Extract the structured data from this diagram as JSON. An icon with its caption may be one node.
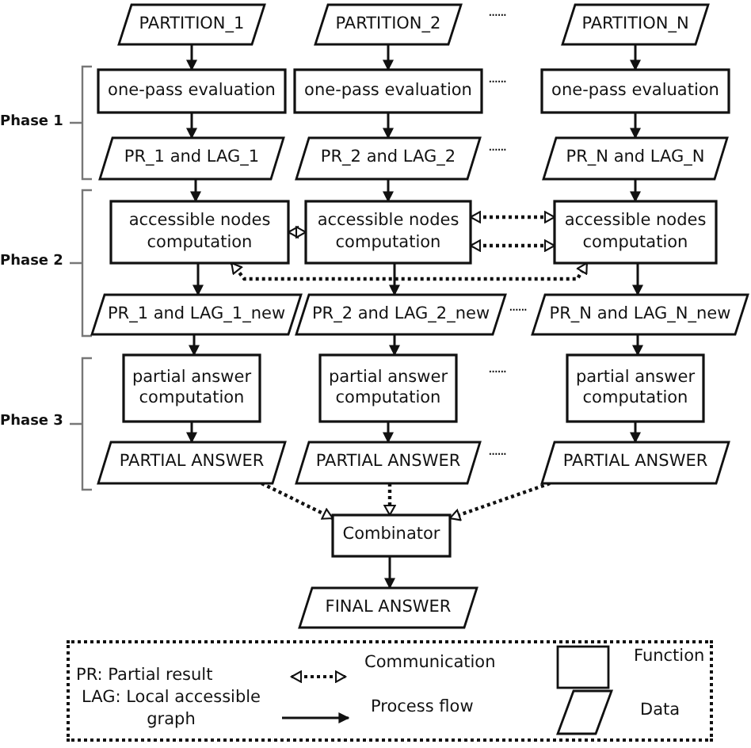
{
  "diagram": {
    "nodes": [
      {
        "text": [
          "PARTITION_1"
        ]
      },
      {
        "text": [
          "PARTITION_2"
        ]
      },
      {
        "text": [
          "PARTITION_N"
        ]
      },
      {
        "text": [
          "one-pass evaluation"
        ]
      },
      {
        "text": [
          "one-pass evaluation"
        ]
      },
      {
        "text": [
          "one-pass evaluation"
        ]
      },
      {
        "text": [
          "PR_1 and LAG_1"
        ]
      },
      {
        "text": [
          "PR_2 and LAG_2"
        ]
      },
      {
        "text": [
          "PR_N and LAG_N"
        ]
      },
      {
        "text": [
          "accessible nodes computation"
        ]
      },
      {
        "text": [
          "accessible nodes computation"
        ]
      },
      {
        "text": [
          "accessible nodes computation"
        ]
      },
      {
        "text": [
          "PR_1 and LAG_1_new"
        ]
      },
      {
        "text": [
          "PR_2 and LAG_2_new"
        ]
      },
      {
        "text": [
          "PR_N and LAG_N_new"
        ]
      },
      {
        "text": [
          "partial answer computation"
        ]
      },
      {
        "text": [
          "partial answer computation"
        ]
      },
      {
        "text": [
          "partial answer computation"
        ]
      },
      {
        "text": [
          "PARTIAL ANSWER"
        ]
      },
      {
        "text": [
          "PARTIAL ANSWER"
        ]
      },
      {
        "text": [
          "PARTIAL ANSWER"
        ]
      },
      {
        "text": [
          "Combinator"
        ]
      },
      {
        "text": [
          "FINAL ANSWER"
        ]
      }
    ],
    "edges": [
      {
        "from": 0,
        "to": 3,
        "arrow": "to"
      },
      {
        "from": 1,
        "to": 4,
        "arrow": "to"
      },
      {
        "from": 2,
        "to": 5,
        "arrow": "to"
      },
      {
        "from": 3,
        "to": 6,
        "arrow": "to"
      },
      {
        "from": 4,
        "to": 7,
        "arrow": "to"
      },
      {
        "from": 5,
        "to": 8,
        "arrow": "to"
      },
      {
        "from": 6,
        "to": 9,
        "arrow": "to"
      },
      {
        "from": 7,
        "to": 10,
        "arrow": "to"
      },
      {
        "from": 8,
        "to": 11,
        "arrow": "to"
      },
      {
        "from": 9,
        "to": 10,
        "arrow": "both",
        "style": "dashed"
      },
      {
        "from": 10,
        "to": 11,
        "arrow": "both",
        "style": "dashed"
      },
      {
        "from": 10,
        "to": 11,
        "arrow": "both",
        "style": "dashed"
      },
      {
        "from": 9,
        "to": 11,
        "arrow": "both",
        "style": "dashed"
      },
      {
        "from": 9,
        "to": 12,
        "arrow": "to"
      },
      {
        "from": 10,
        "to": 13,
        "arrow": "to"
      },
      {
        "from": 11,
        "to": 14,
        "arrow": "to"
      },
      {
        "from": 12,
        "to": 15,
        "arrow": "to"
      },
      {
        "from": 13,
        "to": 16,
        "arrow": "to"
      },
      {
        "from": 14,
        "to": 17,
        "arrow": "to"
      },
      {
        "from": 15,
        "to": 18,
        "arrow": "to"
      },
      {
        "from": 16,
        "to": 19,
        "arrow": "to"
      },
      {
        "from": 17,
        "to": 20,
        "arrow": "to"
      },
      {
        "from": 18,
        "to": 21,
        "arrow": "to",
        "style": "dashed"
      },
      {
        "from": 19,
        "to": 21,
        "arrow": "to",
        "style": "dashed"
      },
      {
        "from": 20,
        "to": 21,
        "arrow": "to",
        "style": "dashed"
      },
      {
        "from": 21,
        "to": 22,
        "arrow": "to"
      }
    ],
    "labels": [
      "......",
      "......",
      "Phase 1",
      "......",
      "Phase 2",
      "......",
      "......",
      "Phase 3",
      "......",
      "PR: Partial result",
      "LAG: Local accessible graph"
    ],
    "legend": [
      {
        "text": "Communication"
      },
      {
        "text": "Function"
      },
      {
        "text": "Process flow"
      },
      {
        "text": "Data"
      }
    ]
  }
}
